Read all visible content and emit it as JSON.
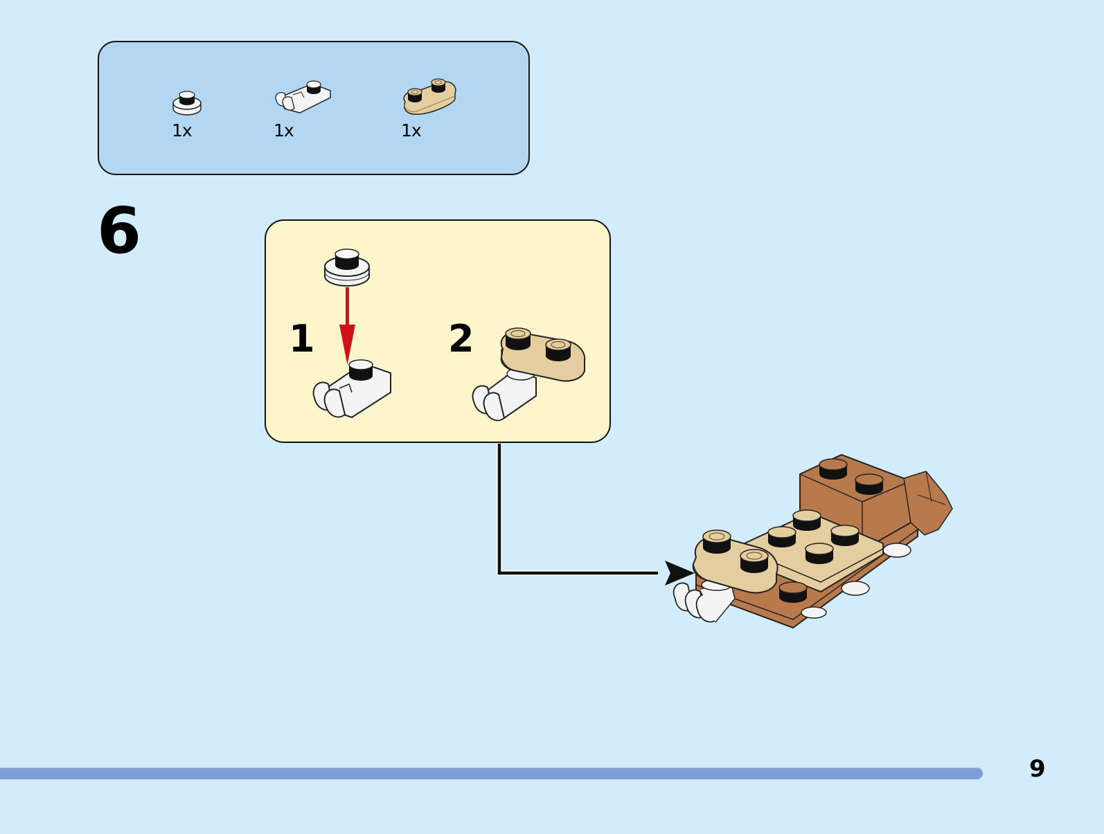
{
  "page": {
    "type": "building-instructions",
    "background_color": "#d2ecfc",
    "page_number": "9"
  },
  "parts_list": {
    "background_color": "#b3d7f2",
    "parts": [
      {
        "name": "round plate 1x1",
        "color": "white",
        "color_hex": "#f4f4f4",
        "quantity": "1x"
      },
      {
        "name": "plate 1x2 with clip",
        "color": "white",
        "color_hex": "#f4f4f4",
        "quantity": "1x"
      },
      {
        "name": "rounded plate 1x2",
        "color": "tan",
        "color_hex": "#e4cd9e",
        "quantity": "1x"
      }
    ]
  },
  "step": {
    "number": "6",
    "sub_assembly": {
      "background_color": "#fff5cc",
      "substeps": [
        {
          "number": "1",
          "description": "Attach white round plate 1x1 onto white clip plate"
        },
        {
          "number": "2",
          "description": "Attach tan rounded plate 1x2 on top"
        }
      ],
      "placement_arrow_color": "#d0101a"
    },
    "model": {
      "description": "Assembled vehicle base with brown and tan plates",
      "colors": {
        "brown": "#b87a4c",
        "tan": "#e4cd9e",
        "white": "#f4f4f4"
      }
    }
  },
  "progress": {
    "fraction_complete": 0.89,
    "bar_color": "#7e9fd6"
  }
}
